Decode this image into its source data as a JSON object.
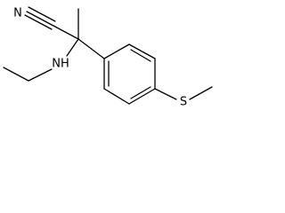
{
  "molecule": {
    "atoms": {
      "nitrile_nitrogen": "N",
      "amine_group": "NH",
      "thioether_sulfur": "S"
    }
  },
  "colors": {
    "bond": "#000000",
    "label": "#000000",
    "background": "#ffffff"
  }
}
